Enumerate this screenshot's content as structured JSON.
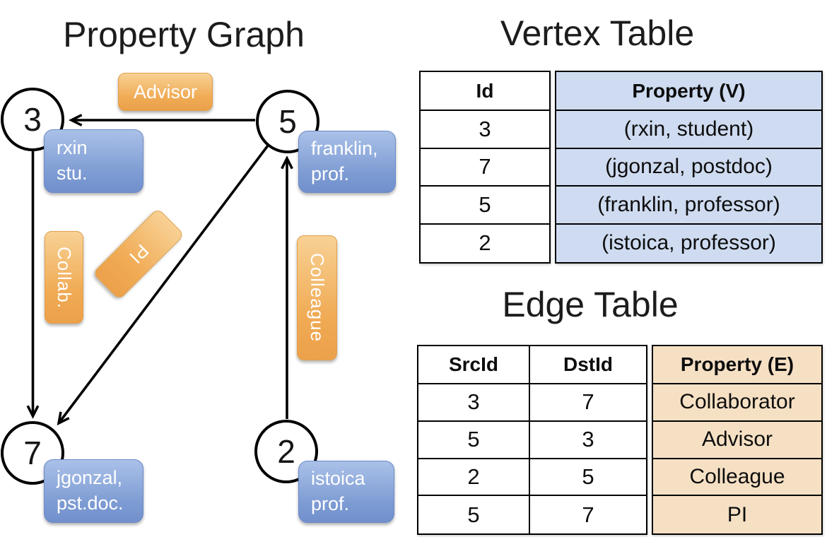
{
  "graph": {
    "title": "Property Graph",
    "nodes": [
      {
        "id": "3"
      },
      {
        "id": "5"
      },
      {
        "id": "7"
      },
      {
        "id": "2"
      }
    ],
    "edge_labels": {
      "advisor": "Advisor",
      "collab": "Collab.",
      "pi": "PI",
      "colleague": "Colleague"
    },
    "vertex_pills": {
      "rxin": {
        "line1": "rxin",
        "line2": "stu."
      },
      "franklin": {
        "line1": "franklin,",
        "line2": "prof."
      },
      "jgonzal": {
        "line1": "jgonzal,",
        "line2": "pst.doc."
      },
      "istoica": {
        "line1": "istoica",
        "line2": "prof."
      }
    }
  },
  "vertex_table": {
    "title": "Vertex Table",
    "columns": {
      "id": "Id",
      "property": "Property (V)"
    },
    "rows": [
      {
        "id": "3",
        "property": "(rxin, student)"
      },
      {
        "id": "7",
        "property": "(jgonzal, postdoc)"
      },
      {
        "id": "5",
        "property": "(franklin, professor)"
      },
      {
        "id": "2",
        "property": "(istoica, professor)"
      }
    ]
  },
  "edge_table": {
    "title": "Edge Table",
    "columns": {
      "src": "SrcId",
      "dst": "DstId",
      "property": "Property (E)"
    },
    "rows": [
      {
        "src": "3",
        "dst": "7",
        "property": "Collaborator"
      },
      {
        "src": "5",
        "dst": "3",
        "property": "Advisor"
      },
      {
        "src": "2",
        "dst": "5",
        "property": "Colleague"
      },
      {
        "src": "5",
        "dst": "7",
        "property": "PI"
      }
    ]
  },
  "colors": {
    "edge_label_orange": "#EFA94F",
    "vertex_pill_blue": "#7D9BD3",
    "vertex_table_fill": "#CEDBF0",
    "edge_table_fill": "#F6E0C4",
    "line_black": "#000000"
  }
}
